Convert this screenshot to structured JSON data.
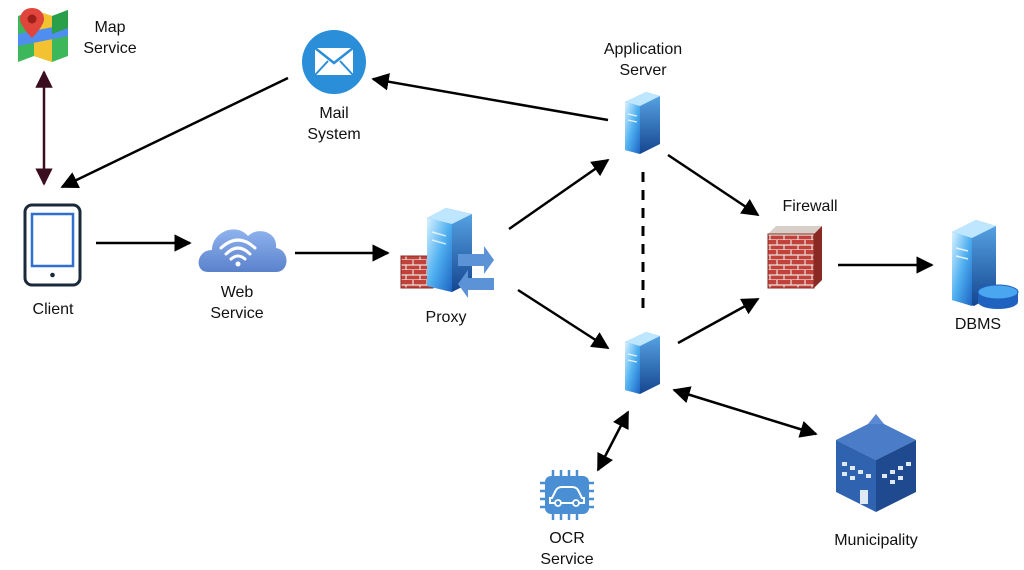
{
  "nodes": {
    "map_service": {
      "lines": [
        "Map",
        "Service"
      ],
      "icon": "map-icon"
    },
    "mail_system": {
      "lines": [
        "Mail",
        "System"
      ],
      "icon": "envelope-icon"
    },
    "app_server": {
      "lines": [
        "Application",
        "Server"
      ],
      "icon": "server-icon"
    },
    "client": {
      "lines": [
        "Client"
      ],
      "icon": "tablet-icon"
    },
    "web_service": {
      "lines": [
        "Web",
        "Service"
      ],
      "icon": "cloud-wifi-icon"
    },
    "proxy": {
      "lines": [
        "Proxy"
      ],
      "icon": "proxy-server-icon"
    },
    "firewall": {
      "lines": [
        "Firewall"
      ],
      "icon": "brick-wall-icon"
    },
    "dbms": {
      "lines": [
        "DBMS"
      ],
      "icon": "database-server-icon"
    },
    "ocr_service": {
      "lines": [
        "OCR",
        "Service"
      ],
      "icon": "car-chip-icon"
    },
    "municipality": {
      "lines": [
        "Municipality"
      ],
      "icon": "building-icon"
    },
    "server2": {
      "lines": [],
      "icon": "server-icon"
    }
  },
  "edges": [
    {
      "from": "app_server",
      "to": "mail_system",
      "style": "arrow"
    },
    {
      "from": "mail_system",
      "to": "client",
      "style": "arrow"
    },
    {
      "from": "map_service",
      "to": "client",
      "style": "bidirectional"
    },
    {
      "from": "client",
      "to": "web_service",
      "style": "arrow"
    },
    {
      "from": "web_service",
      "to": "proxy",
      "style": "arrow"
    },
    {
      "from": "proxy",
      "to": "app_server",
      "style": "arrow"
    },
    {
      "from": "proxy",
      "to": "server2",
      "style": "arrow"
    },
    {
      "from": "app_server",
      "to": "firewall",
      "style": "arrow"
    },
    {
      "from": "server2",
      "to": "firewall",
      "style": "arrow"
    },
    {
      "from": "firewall",
      "to": "dbms",
      "style": "arrow"
    },
    {
      "from": "app_server",
      "to": "server2",
      "style": "dashed"
    },
    {
      "from": "server2",
      "to": "ocr_service",
      "style": "bidirectional"
    },
    {
      "from": "server2",
      "to": "municipality",
      "style": "bidirectional"
    }
  ],
  "colors": {
    "arrow": "#000000",
    "map_arrow": "#3a0d1f",
    "mail": "#2b8ed8",
    "server_light": "#8fd3ff",
    "server_dark": "#1f6fc8",
    "brick": "#b83a34",
    "cloud": "#6a93d8",
    "building": "#2f63b0",
    "chip": "#4a8fd4"
  }
}
